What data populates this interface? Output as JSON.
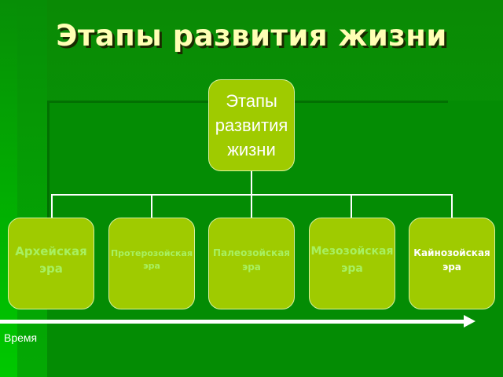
{
  "slide": {
    "title": "Этапы развития жизни",
    "colors": {
      "background": "#069606",
      "node_fill": "#9fcb00",
      "node_border": "#d8f0a0",
      "title_text": "#ffffb4",
      "era_text": "#a8f060",
      "connector": "#ffffff"
    }
  },
  "diagram": {
    "root": {
      "lines": [
        "Этапы",
        "развития",
        "жизни"
      ]
    },
    "eras": [
      {
        "line1": "Архейская",
        "line2": "эра"
      },
      {
        "line1": "Протерозойская",
        "line2": "эра"
      },
      {
        "line1": "Палеозойская",
        "line2": "эра"
      },
      {
        "line1": "Мезозойская",
        "line2": "эра"
      },
      {
        "line1": "Кайнозойская",
        "line2": "эра"
      }
    ]
  },
  "timeline": {
    "label": "Время"
  }
}
